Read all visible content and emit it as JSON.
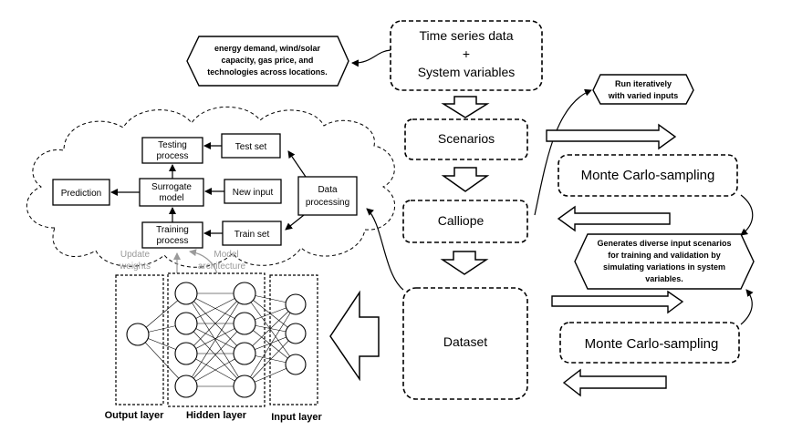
{
  "flow": {
    "top_box": {
      "line1": "Time series data",
      "line2": "+",
      "line3": "System variables"
    },
    "inputs_note": {
      "line1": "energy demand, wind/solar",
      "line2": "capacity, gas price, and",
      "line3": "technologies across locations."
    },
    "scenarios": "Scenarios",
    "calliope": "Calliope",
    "dataset": "Dataset"
  },
  "monte_carlo": {
    "iterate_note": {
      "line1": "Run iteratively",
      "line2": "with varied inputs"
    },
    "sampling_top": "Monte Carlo-sampling",
    "sampling_bottom": "Monte Carlo-sampling",
    "generates_note": {
      "line1": "Generates diverse input scenarios",
      "line2": "for training and validation by",
      "line3": "simulating variations in system",
      "line4": "variables."
    }
  },
  "surrogate": {
    "testing_process": {
      "line1": "Testing",
      "line2": "process"
    },
    "test_set": "Test set",
    "prediction": "Prediction",
    "surrogate_model": {
      "line1": "Surrogate",
      "line2": "model"
    },
    "new_input": "New input",
    "data_processing": {
      "line1": "Data",
      "line2": "processing"
    },
    "training_process": {
      "line1": "Training",
      "line2": "process"
    },
    "train_set": "Train set"
  },
  "network": {
    "update_weights": {
      "line1": "Update",
      "line2": "weights"
    },
    "model_architecture": {
      "line1": "Model",
      "line2": "architecture"
    },
    "output_layer": "Output layer",
    "hidden_layer": "Hidden layer",
    "input_layer": "Input layer"
  }
}
